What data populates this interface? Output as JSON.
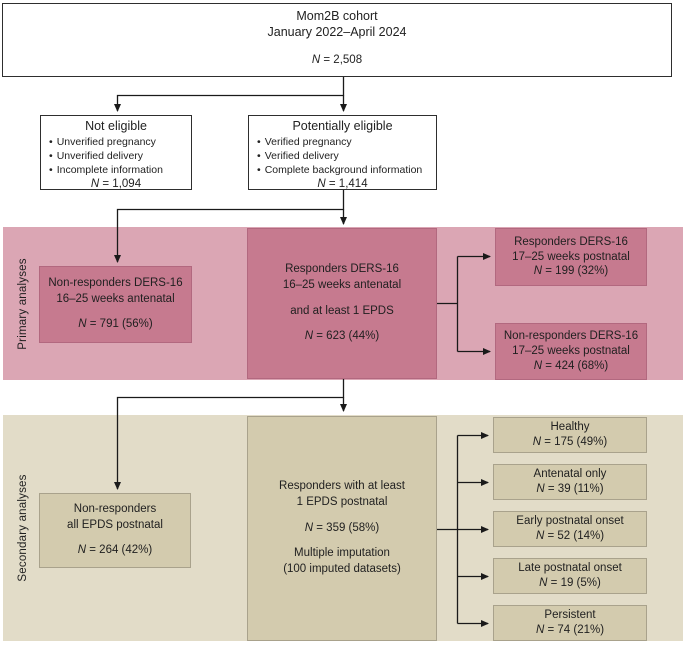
{
  "colors": {
    "pink_band": "#dba6b4",
    "pink_box": "#c67a8f",
    "pink_box_border": "#b2687f",
    "beige_band": "#e2dcc8",
    "beige_box": "#d3cbae",
    "beige_box_border": "#a9a28c",
    "white_box_border": "#2e2e2e",
    "line": "#1a1a1a",
    "text": "#222222"
  },
  "cohort": {
    "title_line1": "Mom2B cohort",
    "title_line2": "January 2022–April 2024",
    "n": "N = 2,508"
  },
  "eligibility": {
    "not_eligible": {
      "title": "Not eligible",
      "bullets": [
        "Unverified pregnancy",
        "Unverified delivery",
        "Incomplete information"
      ],
      "n": "N = 1,094"
    },
    "potentially_eligible": {
      "title": "Potentially eligible",
      "bullets": [
        "Verified pregnancy",
        "Verified delivery",
        "Complete background information"
      ],
      "n": "N = 1,414"
    }
  },
  "primary": {
    "band_label": "Primary analyses",
    "non_responders_antenatal": {
      "line1": "Non-responders DERS-16",
      "line2": "16–25 weeks antenatal",
      "n": "N = 791 (56%)"
    },
    "responders_antenatal": {
      "line1": "Responders DERS-16",
      "line2": "16–25 weeks antenatal",
      "line3": "and at least 1 EPDS",
      "n": "N = 623 (44%)"
    },
    "responders_postnatal": {
      "line1": "Responders DERS-16",
      "line2": "17–25 weeks postnatal",
      "n": "N = 199 (32%)"
    },
    "non_responders_postnatal": {
      "line1": "Non-responders DERS-16",
      "line2": "17–25 weeks postnatal",
      "n": "N = 424 (68%)"
    }
  },
  "secondary": {
    "band_label": "Secondary analyses",
    "non_responders_epds": {
      "line1": "Non-responders",
      "line2": "all EPDS postnatal",
      "n": "N = 264 (42%)"
    },
    "responders_epds": {
      "line1": "Responders with at least",
      "line2": "1 EPDS postnatal",
      "n": "N = 359 (58%)",
      "line3": "Multiple imputation",
      "line4": "(100 imputed datasets)"
    },
    "outcomes": [
      {
        "label": "Healthy",
        "n": "N = 175 (49%)"
      },
      {
        "label": "Antenatal only",
        "n": "N = 39 (11%)"
      },
      {
        "label": "Early postnatal onset",
        "n": "N = 52 (14%)"
      },
      {
        "label": "Late postnatal onset",
        "n": "N = 19 (5%)"
      },
      {
        "label": "Persistent",
        "n": "N = 74 (21%)"
      }
    ]
  }
}
